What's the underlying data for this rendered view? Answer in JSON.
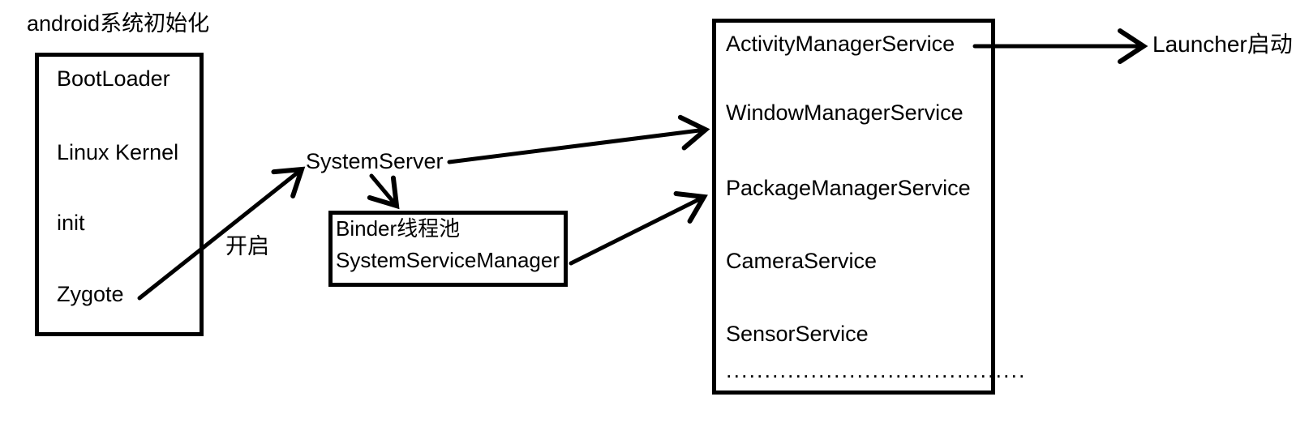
{
  "title": "android系统初始化",
  "boot_box": {
    "items": [
      "BootLoader",
      "Linux Kernel",
      "init",
      "Zygote"
    ]
  },
  "labels": {
    "start_arrow": "开启",
    "system_server": "SystemServer",
    "launcher": "Launcher启动"
  },
  "binder_box": {
    "line1": "Binder线程池",
    "line2": "SystemServiceManager"
  },
  "services_box": {
    "items": [
      "ActivityManagerService",
      "WindowManagerService",
      "PackageManagerService",
      "CameraService",
      "SensorService"
    ],
    "ellipsis": "......................................."
  },
  "colors": {
    "ink": "#000000",
    "background": "#ffffff"
  }
}
